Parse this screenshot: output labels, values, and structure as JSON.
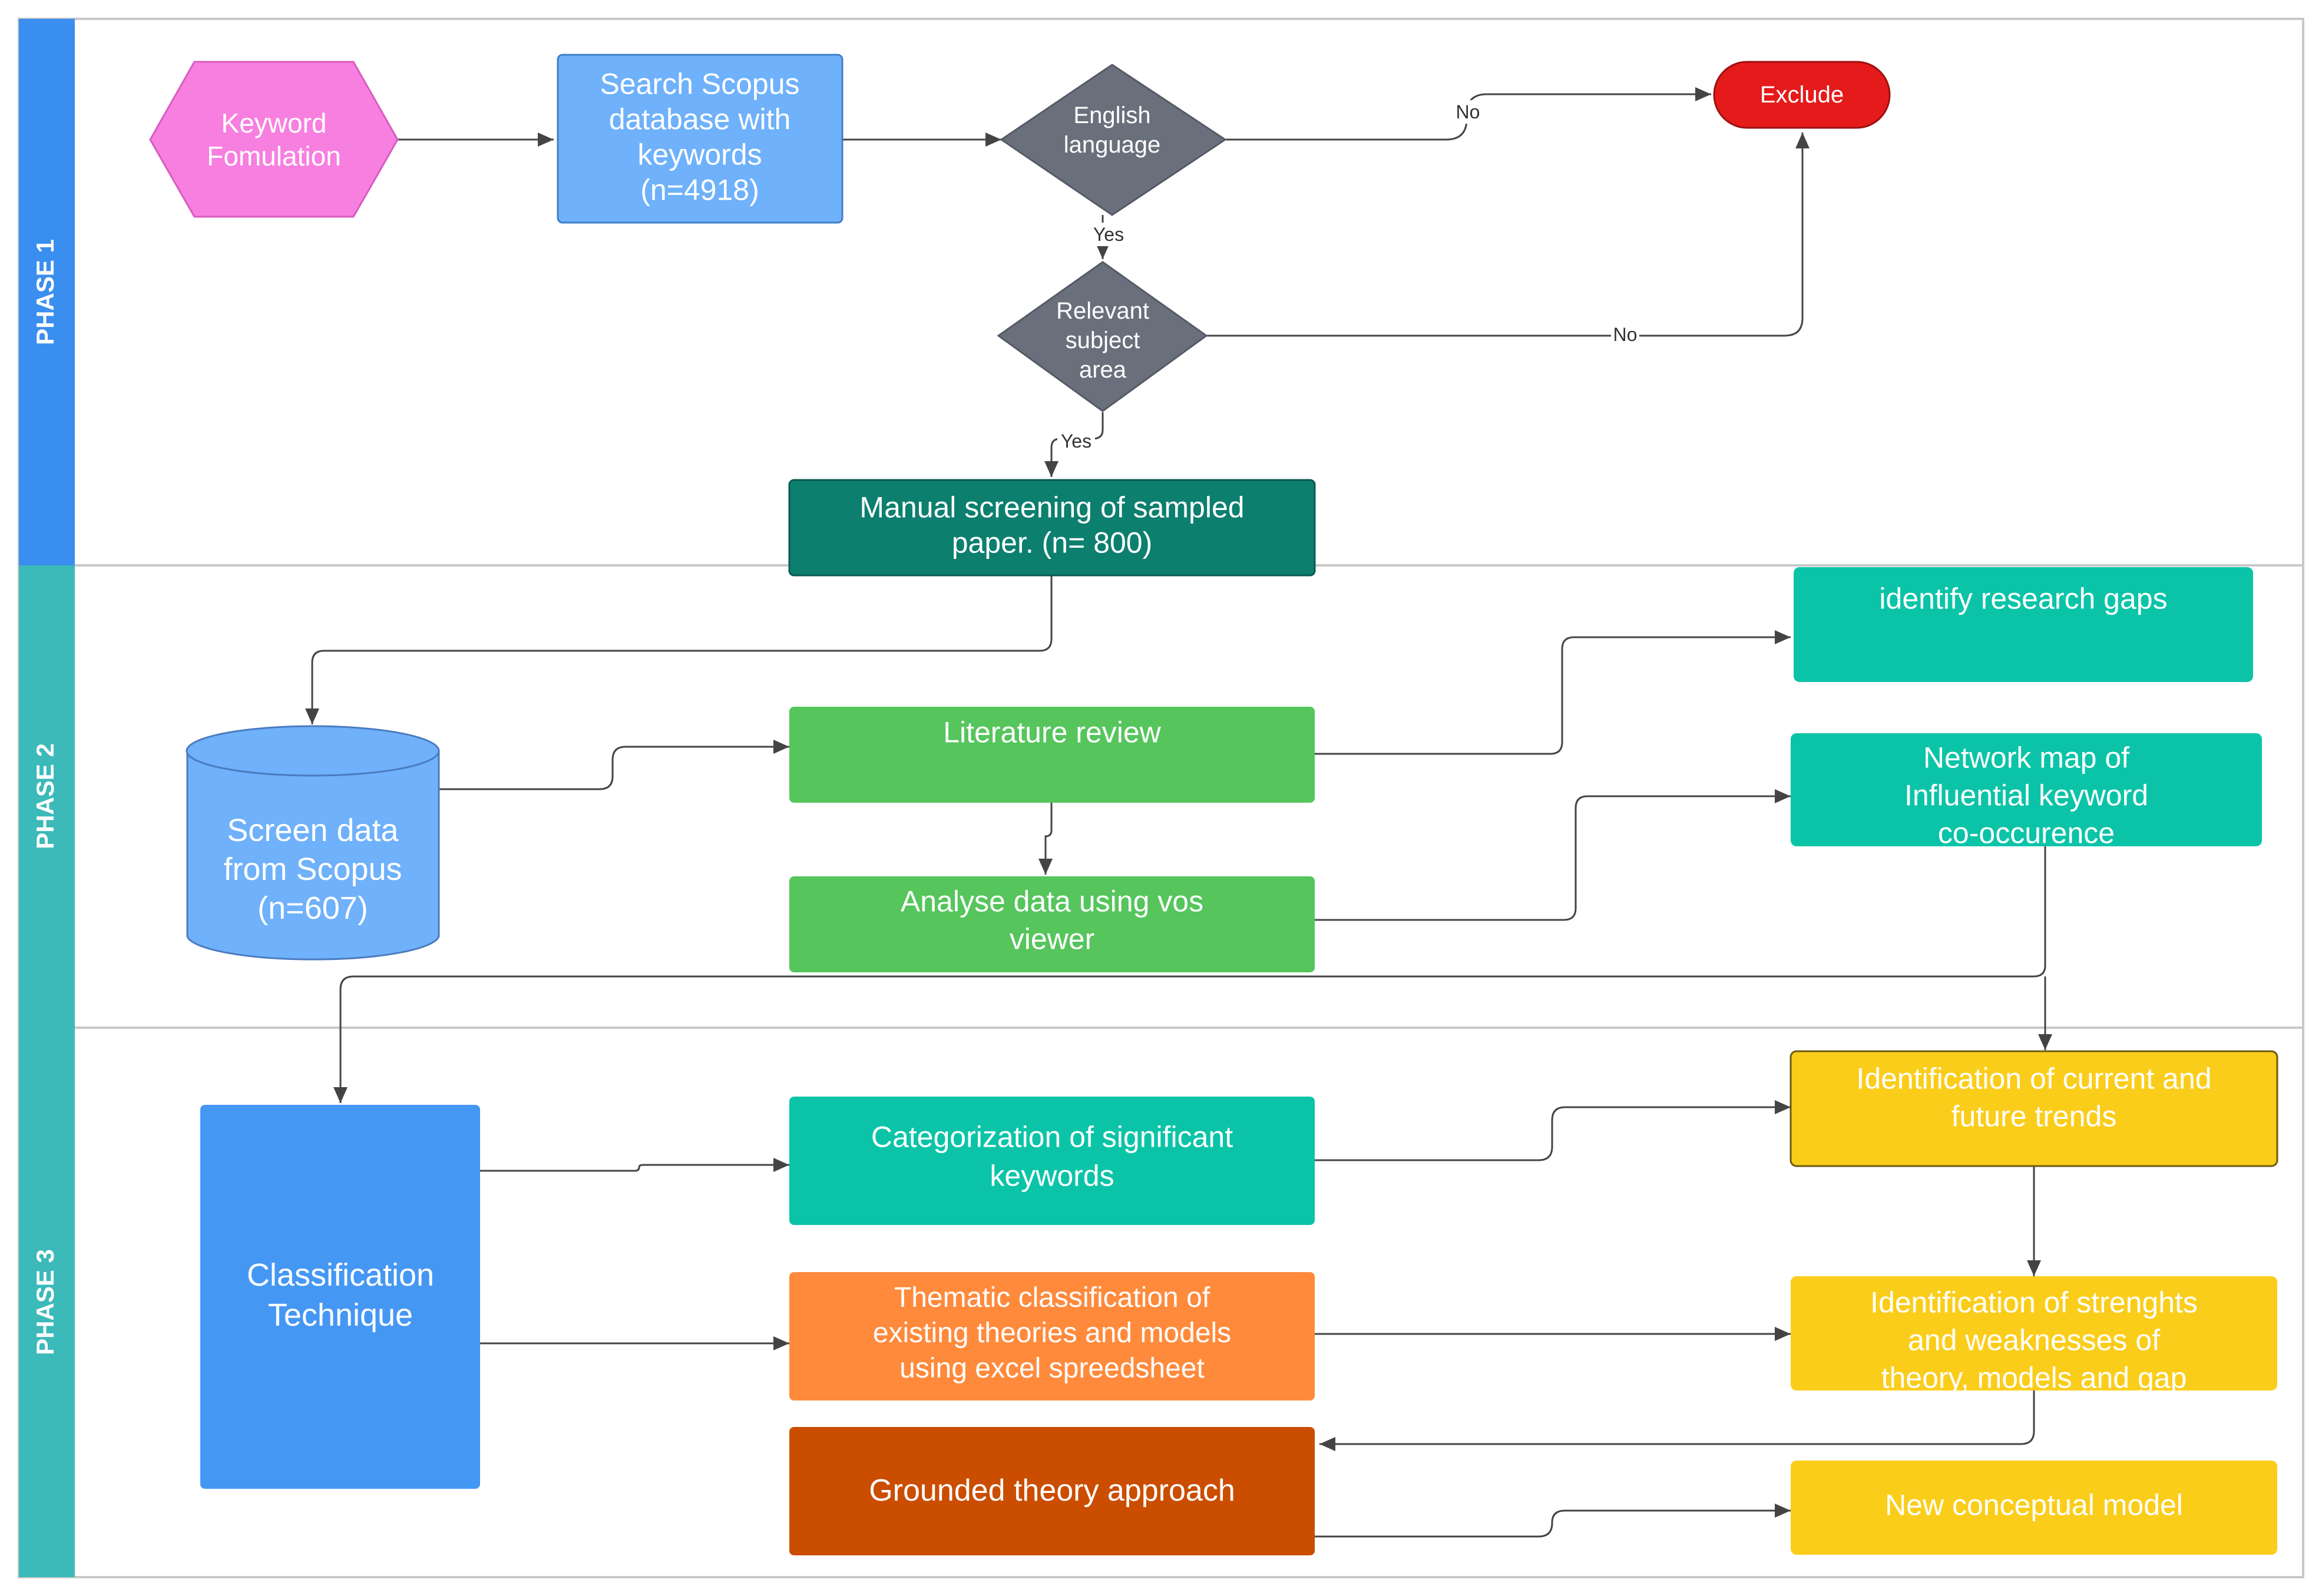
{
  "phases": [
    {
      "id": "phase1",
      "label": "PHASE 1",
      "color": "#3a8eef"
    },
    {
      "id": "phase2",
      "label": "PHASE 2",
      "color": "#3cb9b9"
    },
    {
      "id": "phase3",
      "label": "PHASE 3",
      "color": "#3cb9b9"
    }
  ],
  "nodes": {
    "keyword": {
      "lines": [
        "Keyword",
        "Fomulation"
      ],
      "color": "#f77fdf"
    },
    "search": {
      "lines": [
        "Search Scopus",
        "database with",
        "keywords",
        "(n=4918)"
      ],
      "color": "#6fb1fa"
    },
    "english": {
      "lines": [
        "English",
        "language"
      ],
      "color": "#6a6f7c"
    },
    "relevant": {
      "lines": [
        "Relevant",
        "subject",
        "area"
      ],
      "color": "#6a6f7c"
    },
    "exclude": {
      "lines": [
        "Exclude"
      ],
      "color": "#e51a1a"
    },
    "manual": {
      "lines": [
        "Manual screening of sampled",
        "paper. (n= 800)"
      ],
      "color": "#0c7f6f"
    },
    "screen": {
      "lines": [
        "Screen data",
        "from Scopus",
        "(n=607)"
      ],
      "color": "#6fb1fa"
    },
    "literature": {
      "lines": [
        "Literature review"
      ],
      "color": "#55c55c"
    },
    "analyse": {
      "lines": [
        "Analyse data using vos",
        "viewer"
      ],
      "color": "#55c55c"
    },
    "gaps": {
      "lines": [
        "identify research gaps"
      ],
      "color": "#0bc4a8"
    },
    "network": {
      "lines": [
        "Network map of",
        "Influential keyword",
        "co-occurence"
      ],
      "color": "#0bc4a8"
    },
    "classification": {
      "lines": [
        "Classification",
        "Technique"
      ],
      "color": "#4597f4"
    },
    "categorization": {
      "lines": [
        "Categorization of significant",
        "keywords"
      ],
      "color": "#0bc4a8"
    },
    "thematic": {
      "lines": [
        "Thematic classification of",
        "existing theories and models",
        "using excel spreedsheet"
      ],
      "color": "#ff8a3c"
    },
    "grounded": {
      "lines": [
        "Grounded theory approach"
      ],
      "color": "#ca4d00"
    },
    "trends": {
      "lines": [
        "Identification of current and",
        "future trends"
      ],
      "color": "#fbcd1b"
    },
    "strengths": {
      "lines": [
        "Identification of strenghts",
        "and weaknesses of",
        "theory, models and gap"
      ],
      "color": "#fbcd1b"
    },
    "newmodel": {
      "lines": [
        "New conceptual model"
      ],
      "color": "#fbcd1b"
    }
  },
  "edge_labels": {
    "english_no": "No",
    "english_yes": "Yes",
    "relevant_no": "No",
    "relevant_yes": "Yes"
  }
}
